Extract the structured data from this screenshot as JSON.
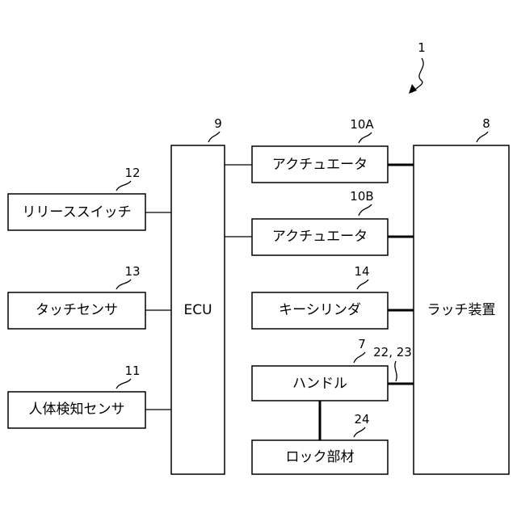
{
  "diagram": {
    "system_ref": "1",
    "blocks": {
      "release_switch": {
        "label": "リリーススイッチ",
        "ref": "12"
      },
      "touch_sensor": {
        "label": "タッチセンサ",
        "ref": "13"
      },
      "human_sensor": {
        "label": "人体検知センサ",
        "ref": "11"
      },
      "ecu": {
        "label": "ECU",
        "ref": "9"
      },
      "actuator_a": {
        "label": "アクチュエータ",
        "ref": "10A"
      },
      "actuator_b": {
        "label": "アクチュエータ",
        "ref": "10B"
      },
      "key_cylinder": {
        "label": "キーシリンダ",
        "ref": "14"
      },
      "handle": {
        "label": "ハンドル",
        "ref": "7"
      },
      "lock_member": {
        "label": "ロック部材",
        "ref": "24"
      },
      "latch_device": {
        "label": "ラッチ装置",
        "ref": "8"
      }
    },
    "handle_link_ref": "22, 23"
  }
}
